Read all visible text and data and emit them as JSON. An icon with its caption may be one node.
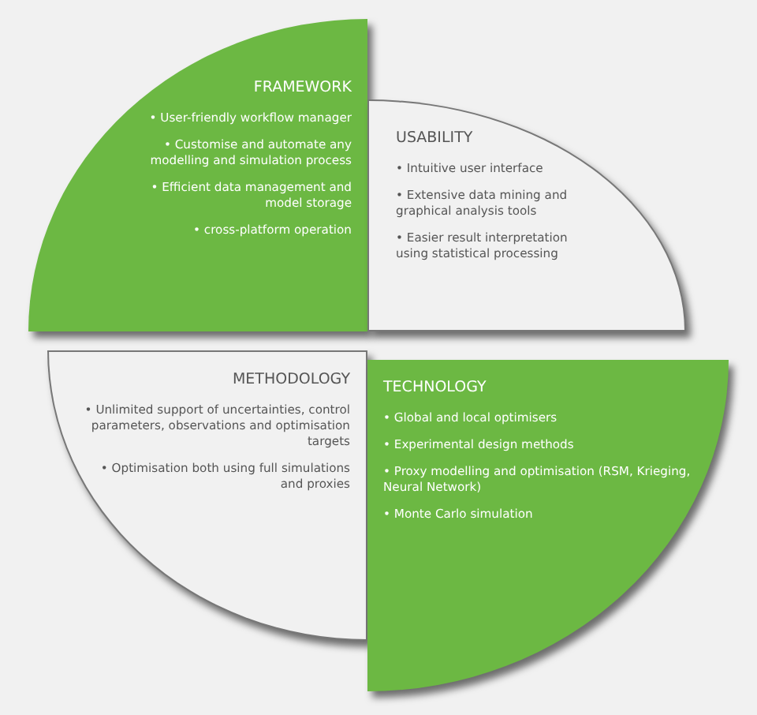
{
  "diagram": {
    "nodes": [
      {
        "text": [
          "FRAMEWORK",
          "• User-friendly workflow manager",
          "• Customise and automate any modelling and simulation process",
          "• Efficient data management and model storage",
          "• cross-platform operation"
        ]
      },
      {
        "text": [
          "USABILITY",
          "• Intuitive user interface",
          "• Extensive data mining and graphical analysis tools",
          "• Easier result interpretation using statistical processing"
        ]
      },
      {
        "text": [
          "METHODOLOGY",
          "• Unlimited support of uncertainties, control parameters, observations and optimisation targets",
          "• Optimisation both using full simulations and proxies"
        ]
      },
      {
        "text": [
          "TECHNOLOGY",
          "• Global and local optimisers",
          "• Experimental design methods",
          "• Proxy modelling  and optimisation (RSM, Krieging, Neural Network)",
          "• Monte Carlo simulation"
        ]
      }
    ]
  }
}
